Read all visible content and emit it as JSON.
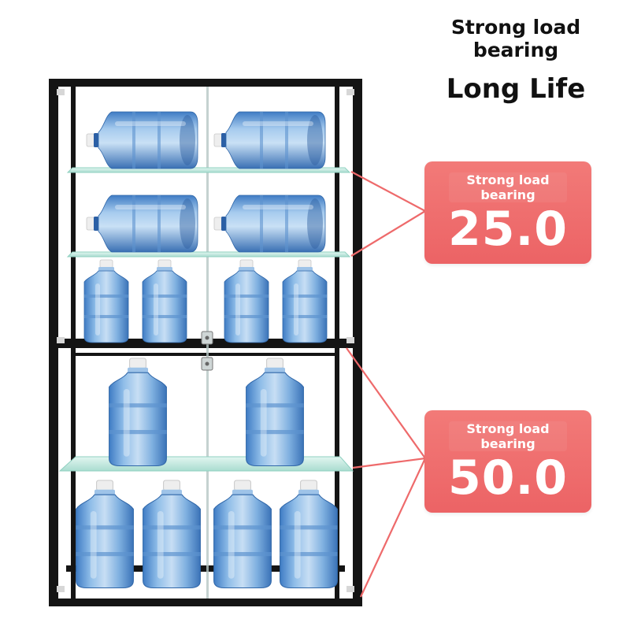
{
  "headline": {
    "primary": "Strong load bearing",
    "secondary": "Long Life"
  },
  "callouts": [
    {
      "label": "Strong load bearing",
      "value": "25.0"
    },
    {
      "label": "Strong load bearing",
      "value": "50.0"
    }
  ],
  "colors": {
    "frame": "#141414",
    "glass": "#bfe8df",
    "callout": "#ee6a6b",
    "bottle": "#6fa3d8",
    "cap": "#f2f2f2"
  }
}
